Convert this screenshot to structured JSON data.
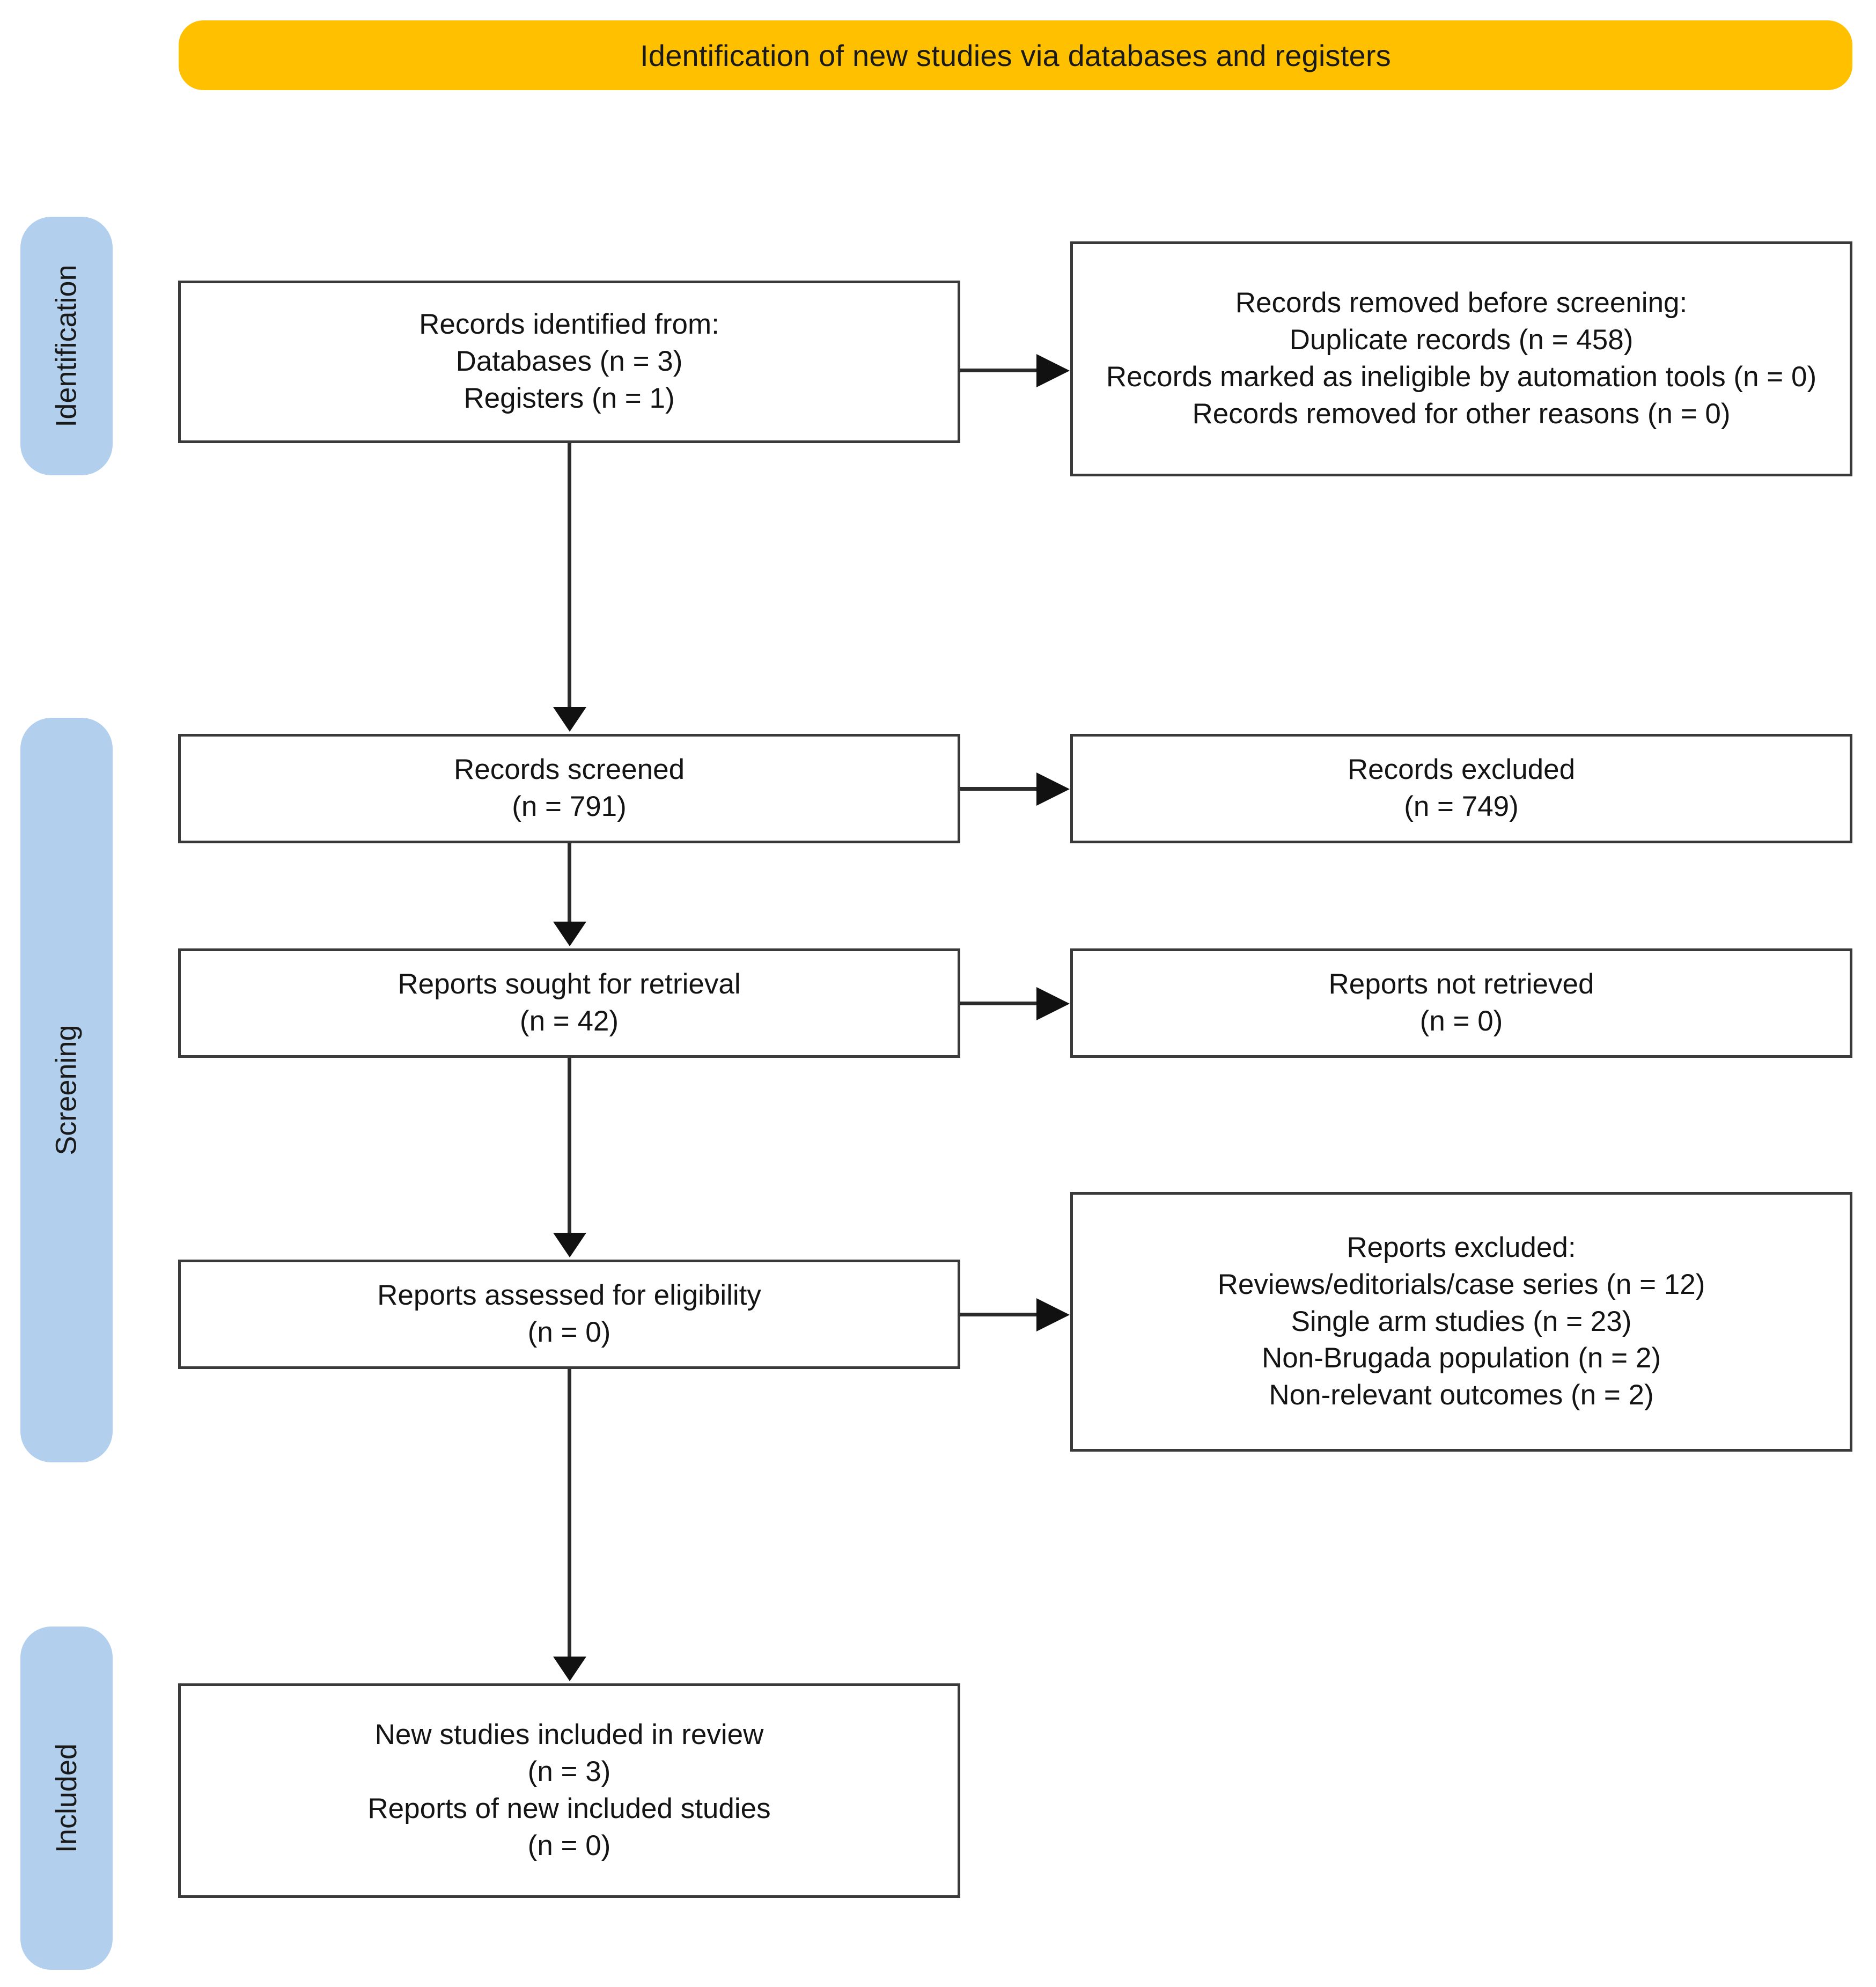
{
  "header": {
    "title": "Identification of new studies via databases and registers",
    "background_color": "#FFC000"
  },
  "stages": {
    "rail_color": "#B2D0EE",
    "items": [
      {
        "label": "Identification"
      },
      {
        "label": "Screening"
      },
      {
        "label": "Included"
      }
    ]
  },
  "boxes": {
    "identified": {
      "lines": [
        "Records identified from:",
        "Databases (n = 3)",
        "Registers (n = 1)"
      ]
    },
    "removed_before_screening": {
      "lines": [
        "Records removed before screening:",
        "Duplicate records (n = 458)",
        "Records marked as ineligible by automation tools (n = 0)",
        "Records removed for other reasons (n = 0)"
      ]
    },
    "records_screened": {
      "lines": [
        "Records screened",
        "(n = 791)"
      ]
    },
    "records_excluded": {
      "lines": [
        "Records excluded",
        "(n = 749)"
      ]
    },
    "reports_sought": {
      "lines": [
        "Reports sought for retrieval",
        "(n = 42)"
      ]
    },
    "reports_not_retrieved": {
      "lines": [
        "Reports not retrieved",
        "(n = 0)"
      ]
    },
    "reports_assessed": {
      "lines": [
        "Reports assessed for eligibility",
        "(n = 0)"
      ]
    },
    "reports_excluded": {
      "lines": [
        "Reports excluded:",
        "Reviews/editorials/case series (n = 12)",
        "Single arm studies (n = 23)",
        "Non-Brugada population (n = 2)",
        "Non-relevant outcomes (n = 2)"
      ]
    },
    "new_studies_included": {
      "lines": [
        "New studies included in review",
        "(n = 3)",
        "Reports of new included studies",
        "(n = 0)"
      ]
    }
  },
  "chart_data": {
    "type": "diagram",
    "title": "Identification of new studies via databases and registers",
    "flow": [
      {
        "stage": "Identification",
        "node": "Records identified from: Databases",
        "n": 3
      },
      {
        "stage": "Identification",
        "node": "Records identified from: Registers",
        "n": 1
      },
      {
        "stage": "Identification",
        "node": "Duplicate records removed",
        "n": 458
      },
      {
        "stage": "Identification",
        "node": "Records marked as ineligible by automation tools",
        "n": 0
      },
      {
        "stage": "Identification",
        "node": "Records removed for other reasons",
        "n": 0
      },
      {
        "stage": "Screening",
        "node": "Records screened",
        "n": 791
      },
      {
        "stage": "Screening",
        "node": "Records excluded",
        "n": 749
      },
      {
        "stage": "Screening",
        "node": "Reports sought for retrieval",
        "n": 42
      },
      {
        "stage": "Screening",
        "node": "Reports not retrieved",
        "n": 0
      },
      {
        "stage": "Screening",
        "node": "Reports assessed for eligibility",
        "n": 0
      },
      {
        "stage": "Screening",
        "node": "Reports excluded: Reviews/editorials/case series",
        "n": 12
      },
      {
        "stage": "Screening",
        "node": "Reports excluded: Single arm studies",
        "n": 23
      },
      {
        "stage": "Screening",
        "node": "Reports excluded: Non-Brugada population",
        "n": 2
      },
      {
        "stage": "Screening",
        "node": "Reports excluded: Non-relevant outcomes",
        "n": 2
      },
      {
        "stage": "Included",
        "node": "New studies included in review",
        "n": 3
      },
      {
        "stage": "Included",
        "node": "Reports of new included studies",
        "n": 0
      }
    ]
  }
}
